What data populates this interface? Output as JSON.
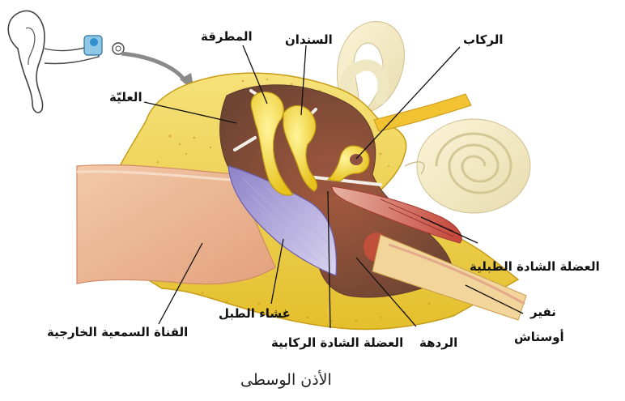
{
  "figure": {
    "caption": "الأذن الوسطى",
    "labels": {
      "malleus": "المطرقة",
      "incus": "السندان",
      "stapes": "الركاب",
      "attic": "العليّة",
      "tensor_tympani": "العضلة الشادة الطبلية",
      "eustachian_line1": "نفير",
      "eustachian_line2": "أوستاش",
      "cavity": "الردهة",
      "stapedius": "العضلة الشادة الركابية",
      "eardrum": "غشاء الطبل",
      "ear_canal": "القناة السمعية الخارجية"
    }
  }
}
